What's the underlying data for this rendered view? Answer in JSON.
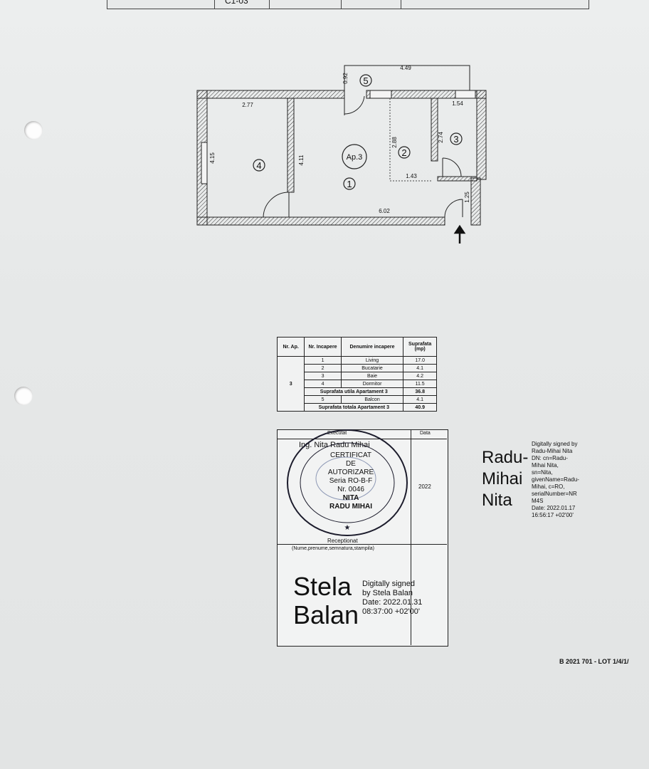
{
  "header_strip": {
    "label": "C1-03"
  },
  "plan": {
    "apartment": "Ap.3",
    "rooms": [
      "1",
      "2",
      "3",
      "4",
      "5"
    ],
    "dimensions": {
      "balcony_width": "4.49",
      "balcony_depth": "0.92",
      "room4_width": "2.77",
      "room4_height": "4.15",
      "room1_height": "4.11",
      "room2_height": "2.88",
      "room2_width": "1.43",
      "room3_width": "1.54",
      "room3_height": "2.74",
      "total_width": "6.02",
      "entrance": "1.25"
    }
  },
  "table": {
    "headers": [
      "Nr. Ap.",
      "Nr. Incapere",
      "Denumire incapere",
      "Suprafata (mp)"
    ],
    "ap_number": "3",
    "rows": [
      {
        "nr": "1",
        "name": "Living",
        "area": "17.0"
      },
      {
        "nr": "2",
        "name": "Bucatarie",
        "area": "4.1"
      },
      {
        "nr": "3",
        "name": "Baie",
        "area": "4.2"
      },
      {
        "nr": "4",
        "name": "Dormitor",
        "area": "11.5"
      }
    ],
    "useful": {
      "label": "Suprafata utila Apartament 3",
      "area": "36.8"
    },
    "balcony": {
      "nr": "5",
      "name": "Balcon",
      "area": "4.1"
    },
    "total": {
      "label": "Suprafata totala Apartament 3",
      "area": "40.9"
    }
  },
  "signature_box": {
    "executed_label": "Executat",
    "date_label": "Data",
    "engineer": "Ing. Nita Radu Mihai",
    "year": "2022",
    "received_label": "Receptionat",
    "received_note": "(Nume,prenume,semnatura,stampila)"
  },
  "stamp": {
    "lines": [
      "CERTIFICAT",
      "DE",
      "AUTORIZARE",
      "Seria RO-B-F",
      "Nr. 0046",
      "NITA",
      "RADU MIHAI"
    ]
  },
  "digital_sig_1": {
    "name_lines": [
      "Radu-",
      "Mihai",
      "Nita"
    ],
    "detail_lines": [
      "Digitally signed by",
      "Radu-Mihai Nita",
      "DN: cn=Radu-",
      "Mihai Nita,",
      "sn=Nita,",
      "givenName=Radu-",
      "Mihai, c=RO,",
      "serialNumber=NR",
      "M4S",
      "Date: 2022.01.17",
      "16:56:17 +02'00'"
    ]
  },
  "digital_sig_2": {
    "name_lines": [
      "Stela",
      "Balan"
    ],
    "detail_lines": [
      "Digitally signed",
      "by Stela Balan",
      "Date: 2022.01.31",
      "08:37:00 +02'00'"
    ]
  },
  "footer_ref": "B 2021 701 - LOT 1/4/1/"
}
